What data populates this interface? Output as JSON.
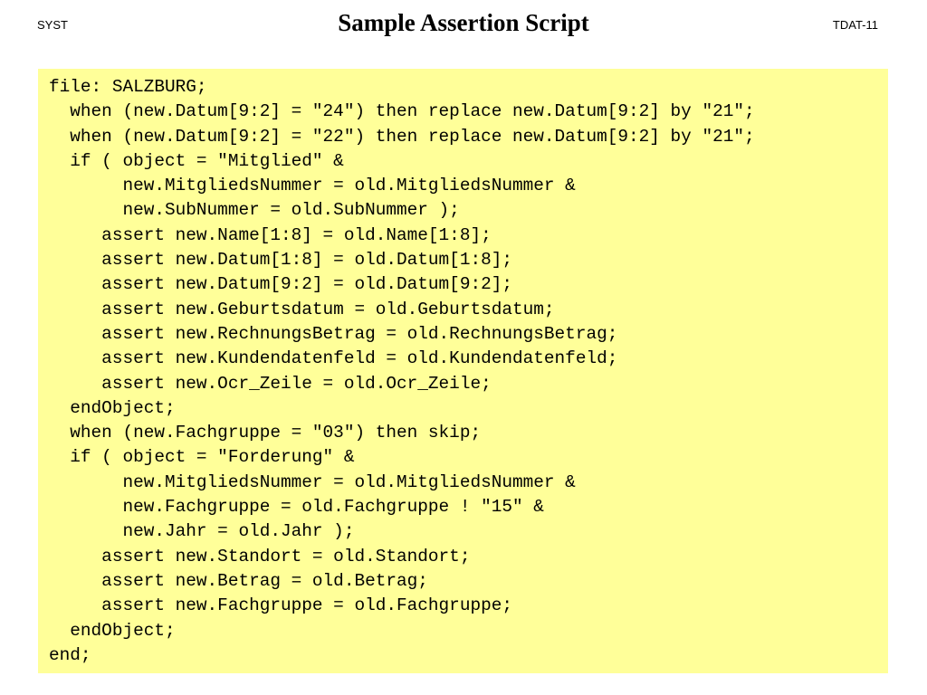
{
  "header": {
    "left": "SYST",
    "title": "Sample Assertion Script",
    "right": "TDAT-11"
  },
  "code": {
    "lines": [
      "file: SALZBURG;",
      "  when (new.Datum[9:2] = \"24\") then replace new.Datum[9:2] by \"21\";",
      "  when (new.Datum[9:2] = \"22\") then replace new.Datum[9:2] by \"21\";",
      "  if ( object = \"Mitglied\" &",
      "       new.MitgliedsNummer = old.MitgliedsNummer &",
      "       new.SubNummer = old.SubNummer );",
      "     assert new.Name[1:8] = old.Name[1:8];",
      "     assert new.Datum[1:8] = old.Datum[1:8];",
      "     assert new.Datum[9:2] = old.Datum[9:2];",
      "     assert new.Geburtsdatum = old.Geburtsdatum;",
      "     assert new.RechnungsBetrag = old.RechnungsBetrag;",
      "     assert new.Kundendatenfeld = old.Kundendatenfeld;",
      "     assert new.Ocr_Zeile = old.Ocr_Zeile;",
      "  endObject;",
      "  when (new.Fachgruppe = \"03\") then skip;",
      "  if ( object = \"Forderung\" &",
      "       new.MitgliedsNummer = old.MitgliedsNummer &",
      "       new.Fachgruppe = old.Fachgruppe ! \"15\" &",
      "       new.Jahr = old.Jahr );",
      "     assert new.Standort = old.Standort;",
      "     assert new.Betrag = old.Betrag;",
      "     assert new.Fachgruppe = old.Fachgruppe;",
      "  endObject;",
      "end;"
    ]
  },
  "colors": {
    "code_background": "#ffff99",
    "page_background": "#ffffff",
    "text": "#000000"
  }
}
